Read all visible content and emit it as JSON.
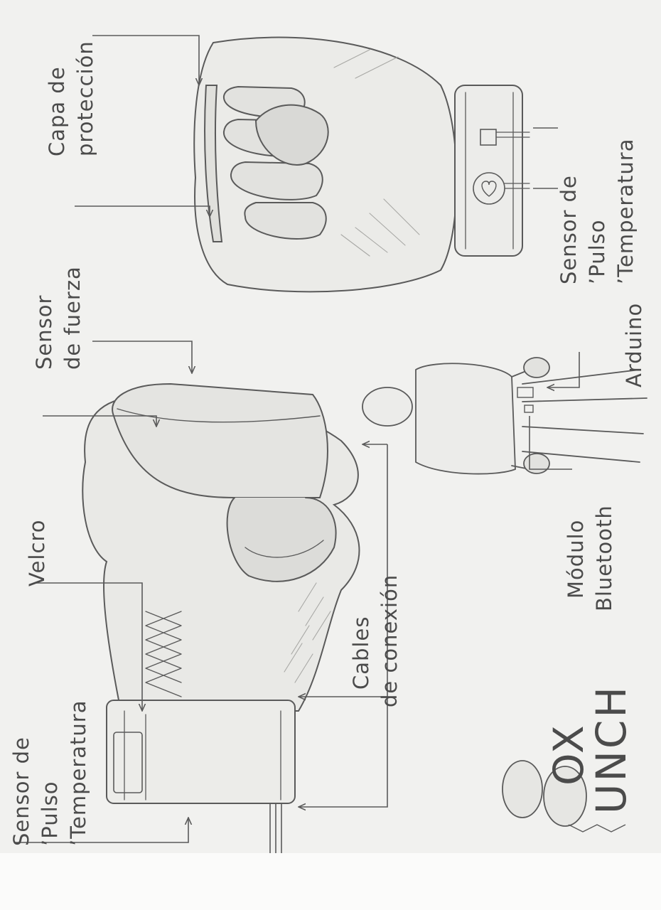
{
  "diagram": {
    "labels": {
      "sensor_left": {
        "line1": "Sensor de",
        "line2": "ʼPulso",
        "line3": "ʼTemperatura"
      },
      "velcro": "Velcro",
      "sensor_fuerza": {
        "line1": "Sensor",
        "line2": "de fuerza"
      },
      "cables": {
        "line1": "Cables",
        "line2": "de conexión"
      },
      "capa": {
        "line1": "Capa de",
        "line2": "protección"
      },
      "sensor_right": {
        "line1": "Sensor de",
        "line2": "ʼPulso",
        "line3": "ʼTemperatura"
      },
      "arduino": "Arduino",
      "bluetooth": {
        "line1": "Módulo",
        "line2": "Bluetooth"
      }
    },
    "logo": {
      "line1": "OX",
      "line2": "UNCH"
    }
  },
  "colors": {
    "paper": "#f1f1ef",
    "pencil": "#5a5a5a",
    "shading": "#b9b9b6"
  }
}
